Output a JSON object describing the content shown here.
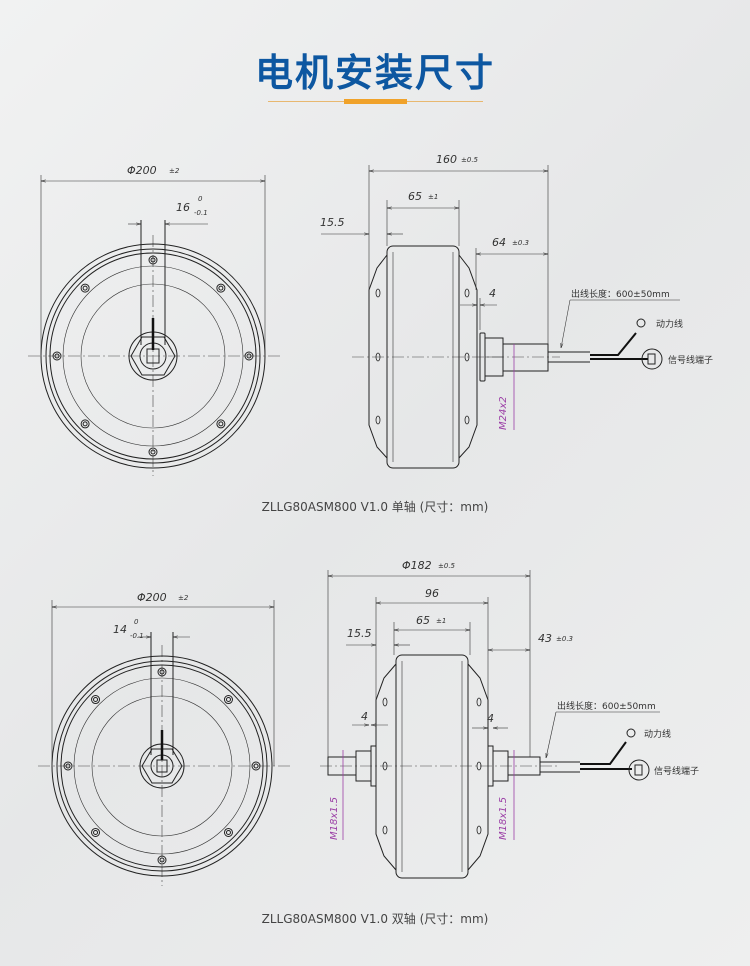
{
  "header": {
    "title": "电机安装尺寸"
  },
  "drawing_single": {
    "caption": "ZLLG80ASM800 V1.0 单轴 (尺寸：mm)",
    "diameter": "Φ200",
    "diameter_tol": "±2",
    "shaft_width": "16",
    "shaft_tol_upper": "0",
    "shaft_tol_lower": "-0.1",
    "overall_length": "160",
    "overall_length_tol": "±0.5",
    "body_width": "65",
    "body_width_tol": "±1",
    "offset": "15.5",
    "shaft_length": "64",
    "shaft_length_tol": "±0.3",
    "gap": "4",
    "thread": "M24x2",
    "cable_length": "出线长度：600±50mm",
    "power_line": "动力线",
    "signal_terminal": "信号线端子"
  },
  "drawing_double": {
    "caption": "ZLLG80ASM800 V1.0 双轴 (尺寸：mm)",
    "diameter": "Φ200",
    "diameter_tol": "±2",
    "shaft_width": "14",
    "shaft_tol_upper": "0",
    "shaft_tol_lower": "-0.1",
    "overall_length": "Φ182",
    "overall_length_tol": "±0.5",
    "hub_width": "96",
    "body_width": "65",
    "body_width_tol": "±1",
    "offset": "15.5",
    "shaft_length": "43",
    "shaft_length_tol": "±0.3",
    "gap_left": "4",
    "gap_right": "4",
    "thread_left": "M18x1.5",
    "thread_right": "M18x1.5",
    "cable_length": "出线长度：600±50mm",
    "power_line": "动力线",
    "signal_terminal": "信号线端子"
  }
}
